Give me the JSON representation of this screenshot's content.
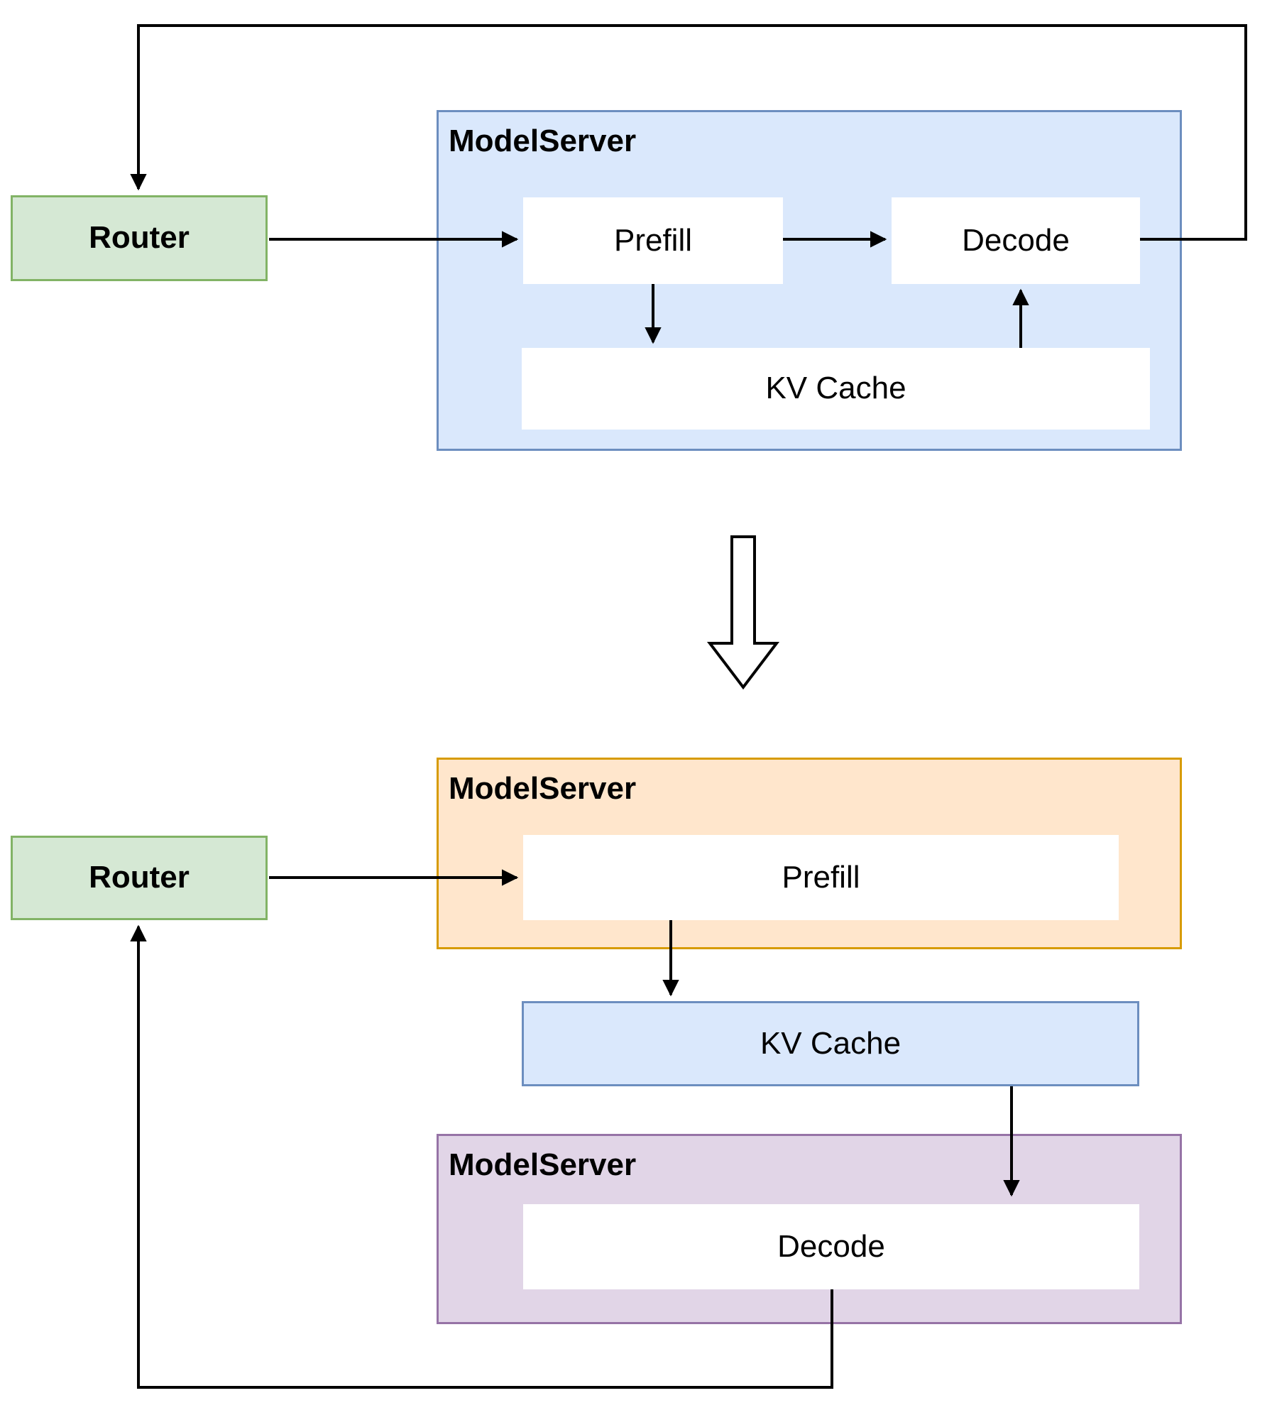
{
  "top": {
    "router_label": "Router",
    "server": {
      "title": "ModelServer",
      "boxes": {
        "prefill": "Prefill",
        "decode": "Decode",
        "kv_cache": "KV Cache"
      }
    }
  },
  "transition": {
    "icon": "big-down-arrow"
  },
  "bottom": {
    "router_label": "Router",
    "prefill_server": {
      "title": "ModelServer",
      "prefill_label": "Prefill"
    },
    "kv_cache_label": "KV Cache",
    "decode_server": {
      "title": "ModelServer",
      "decode_label": "Decode"
    }
  },
  "colors": {
    "router_fill": "#d5e8d4",
    "router_border": "#82b366",
    "blue_fill": "#dae8fc",
    "blue_border": "#6c8ebf",
    "orange_fill": "#ffe6cc",
    "orange_border": "#d79b00",
    "purple_fill": "#e1d5e7",
    "purple_border": "#9673a6",
    "line": "#000000",
    "node_fill": "#ffffff",
    "text": "#000000"
  }
}
